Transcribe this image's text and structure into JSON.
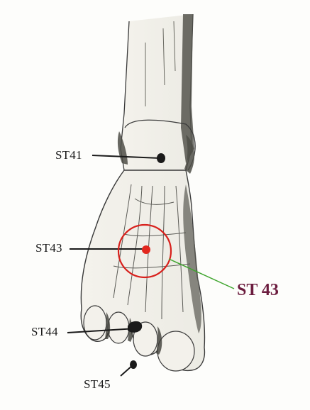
{
  "points": [
    {
      "id": "ST41",
      "label": "ST41"
    },
    {
      "id": "ST43",
      "label": "ST43"
    },
    {
      "id": "ST44",
      "label": "ST44"
    },
    {
      "id": "ST45",
      "label": "ST45"
    }
  ],
  "highlight": {
    "label": "ST  43",
    "label_color": "#6b1c3e",
    "ring_color": "#d8201c",
    "dot_color": "#e2271e",
    "leader_color": "#3fa52e"
  },
  "colors": {
    "outline": "#3a3a3a",
    "shadow": "#5a5a52",
    "marker": "#1a1a1a"
  }
}
